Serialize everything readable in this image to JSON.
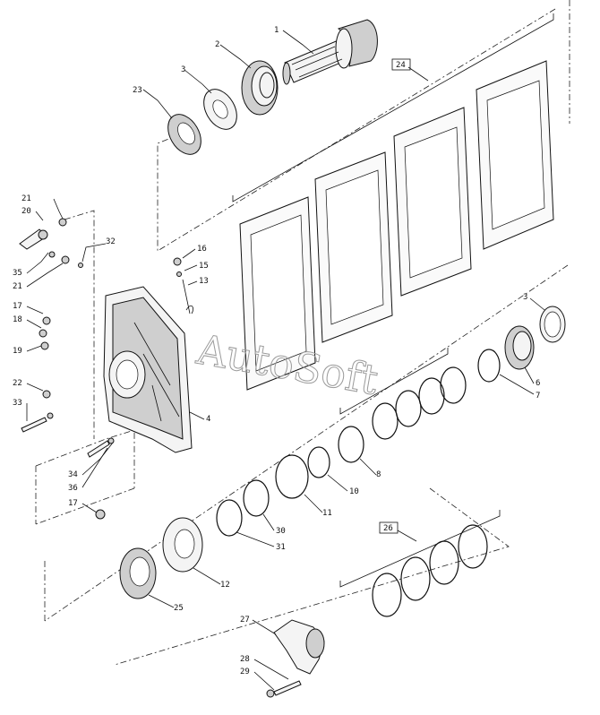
{
  "watermark": "AutoSoft",
  "callouts": {
    "c1": "1",
    "c2": "2",
    "c3": "3",
    "c3b": "3",
    "c4": "4",
    "c6": "6",
    "c7": "7",
    "c8": "8",
    "c10": "10",
    "c11": "11",
    "c12": "12",
    "c13": "13",
    "c15": "15",
    "c16": "16",
    "c17": "17",
    "c17b": "17",
    "c18": "18",
    "c19": "19",
    "c20": "20",
    "c21": "21",
    "c21b": "21",
    "c22": "22",
    "c23": "23",
    "c24": "24",
    "c25": "25",
    "c26": "26",
    "c27": "27",
    "c28": "28",
    "c29": "29",
    "c30": "30",
    "c31": "31",
    "c32": "32",
    "c33": "33",
    "c34": "34",
    "c35": "35",
    "c36": "36"
  }
}
